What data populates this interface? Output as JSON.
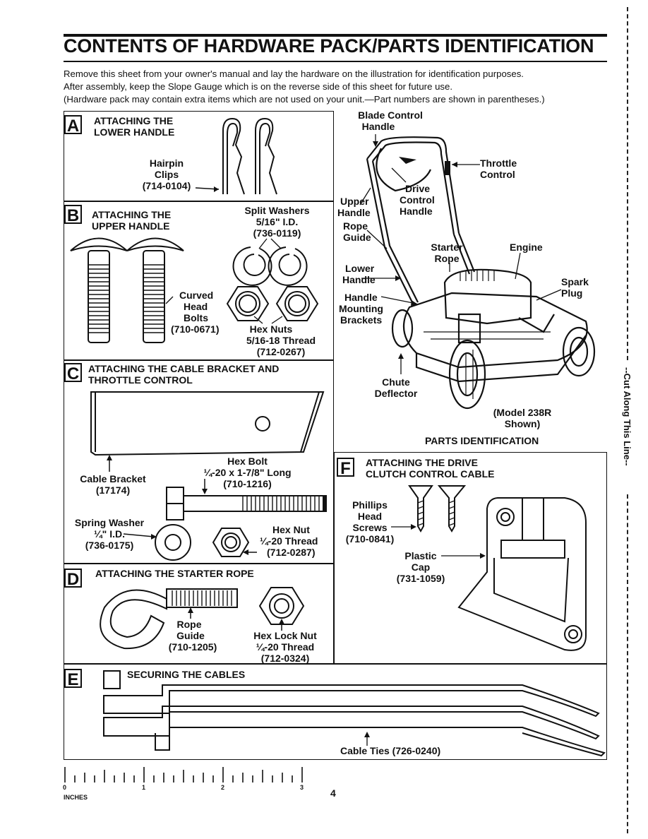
{
  "page": {
    "title": "CONTENTS OF HARDWARE PACK/PARTS IDENTIFICATION",
    "intro": [
      "Remove this sheet from your owner's manual and lay the hardware on the illustration for identification purposes.",
      "After assembly, keep the Slope Gauge which is on the reverse side of this sheet for future use.",
      "(Hardware pack may contain extra items which are not used on your unit.—Part numbers are shown in parentheses.)"
    ],
    "page_number": "4",
    "cut_line": "--Cut Along This Line--"
  },
  "sections": {
    "A": {
      "letter": "A",
      "title_1": "ATTACHING THE",
      "title_2": "LOWER HANDLE",
      "hairpin": [
        "Hairpin",
        "Clips",
        "(714-0104)"
      ]
    },
    "B": {
      "letter": "B",
      "title_1": "ATTACHING THE",
      "title_2": "UPPER HANDLE",
      "washers": [
        "Split Washers",
        "5/16\" I.D.",
        "(736-0119)"
      ],
      "bolts": [
        "Curved",
        "Head",
        "Bolts",
        "(710-0671)"
      ],
      "nuts": [
        "Hex Nuts",
        "5/16-18 Thread",
        "(712-0267)"
      ]
    },
    "C": {
      "letter": "C",
      "title_1": "ATTACHING THE CABLE BRACKET AND",
      "title_2": "THROTTLE CONTROL",
      "hex_bolt": [
        "Hex Bolt",
        "¼-20 x 1-7/8\" Long",
        "(710-1216)"
      ],
      "bracket": [
        "Cable Bracket",
        "(17174)"
      ],
      "spring_washer": [
        "Spring Washer",
        "¼\" I.D.",
        "(736-0175)"
      ],
      "hex_nut": [
        "Hex Nut",
        "¼-20 Thread",
        "(712-0287)"
      ]
    },
    "D": {
      "letter": "D",
      "title": "ATTACHING THE STARTER ROPE",
      "rope_guide": [
        "Rope",
        "Guide",
        "(710-1205)"
      ],
      "lock_nut": [
        "Hex Lock Nut",
        "¼-20 Thread",
        "(712-0324)"
      ]
    },
    "E": {
      "letter": "E",
      "title": "SECURING THE CABLES",
      "cable_ties": "Cable Ties (726-0240)"
    },
    "F": {
      "letter": "F",
      "title_1": "ATTACHING THE DRIVE",
      "title_2": "CLUTCH CONTROL CABLE",
      "screws": [
        "Phillips",
        "Head",
        "Screws",
        "(710-0841)"
      ],
      "cap": [
        "Plastic",
        "Cap",
        "(731-1059)"
      ]
    }
  },
  "mower": {
    "labels": {
      "blade_control": [
        "Blade Control",
        "Handle"
      ],
      "throttle": [
        "Throttle",
        "Control"
      ],
      "drive": [
        "Drive",
        "Control",
        "Handle"
      ],
      "upper_handle": [
        "Upper",
        "Handle"
      ],
      "rope_guide": [
        "Rope",
        "Guide"
      ],
      "starter_rope": [
        "Starter",
        "Rope"
      ],
      "engine": "Engine",
      "lower_handle": [
        "Lower",
        "Handle"
      ],
      "spark_plug": [
        "Spark",
        "Plug"
      ],
      "brackets": [
        "Handle",
        "Mounting",
        "Brackets"
      ],
      "chute": [
        "Chute",
        "Deflector"
      ],
      "model": [
        "(Model 238R",
        "Shown)"
      ]
    },
    "caption": "PARTS IDENTIFICATION"
  },
  "ruler": {
    "ticks": [
      "0",
      "1",
      "2",
      "3"
    ],
    "unit": "INCHES"
  }
}
